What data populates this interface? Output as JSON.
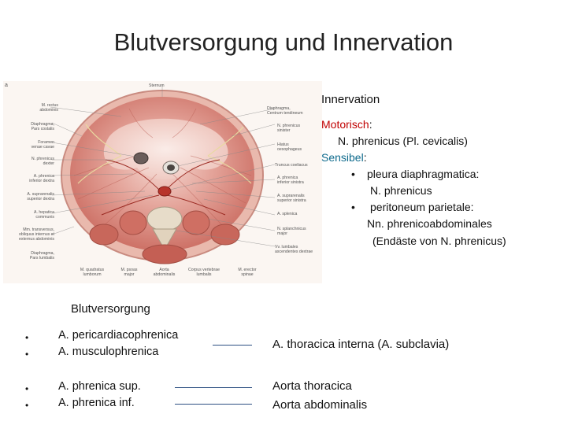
{
  "slide": {
    "title": "Blutversorgung und Innervation"
  },
  "figure": {
    "labels": {
      "sternum": "Sternum",
      "m_rectus": "M. rectus\nabdominis",
      "diaphragma_pars_costalis": "Diaphragma,\nPars costalis",
      "foramen_venae_cavae": "Foramen\nvenae cavae",
      "n_phrenicus_dexter": "N. phrenicus\ndexter",
      "a_phrenica_inferior_dextra": "A. phrenica\ninferior dextra",
      "a_suprarenalis_superior_dextra": "A. suprarenalis\nsuperior dextra",
      "a_hepatica_communis": "A. hepatica\ncommunis",
      "mm_transversus": "Mm. transversus,\nobliquus internus et\nexternus abdominis",
      "diaphragma_pars_lumbalis": "Diaphragma,\nPars lumbalis",
      "diaphragma_centrum": "Diaphragma,\nCentrum tendineum",
      "n_phrenicus_sinister": "N. phrenicus\nsinister",
      "hiatus_oesophageus": "Hiatus\noesophageus",
      "truncus_coeliacus": "Truncus coeliacus",
      "a_phrenica_inferior_sinistra": "A. phrenica\ninferior sinistra",
      "a_suprarenalis_superior_sinistra": "A. suprarenalis\nsuperior sinistra",
      "a_splenica": "A. splenica",
      "n_splanchnicus": "N. splanchnicus\nmajor",
      "vv_lumbales": "Vv. lumbales\nascendentes dextrae",
      "m_quadratus": "M. quadratus\nlumborum",
      "m_psoas": "M. psoas\nmajor",
      "aorta_abdominalis": "Aorta\nabdominalis",
      "corpus_vertebrae": "Corpus vertebrae\nlumbalis",
      "m_erector": "M. erector\nspinae",
      "panel_letter": "a"
    }
  },
  "innervation": {
    "heading": "Innervation",
    "motorisch_label": "Motorisch",
    "colon": ":",
    "motorisch_text": "N. phrenicus (Pl. cevicalis)",
    "sensibel_label": "Sensibel",
    "bullet_glyph": "•",
    "sensibel_items": [
      {
        "line1": "pleura diaphragmatica:",
        "line2": "N. phrenicus"
      },
      {
        "line1": "peritoneum parietale:",
        "line2": "Nn. phrenicoabdominales",
        "line3": "(Endäste  von N. phrenicus)"
      }
    ]
  },
  "blutversorgung": {
    "heading": "Blutversorgung",
    "groups": [
      {
        "vessels": [
          "A. pericardiacophrenica",
          "A. musculophrenica"
        ],
        "source": [
          "A. thoracica interna (A. subclavia)"
        ]
      },
      {
        "vessels": [
          "A. phrenica sup.",
          "A. phrenica inf."
        ],
        "source": [
          "Aorta thoracica",
          "Aorta abdominalis"
        ]
      }
    ]
  },
  "colors": {
    "accent_red": "#c00000",
    "accent_teal": "#0e6a8c",
    "connector": "#2c4f82"
  }
}
